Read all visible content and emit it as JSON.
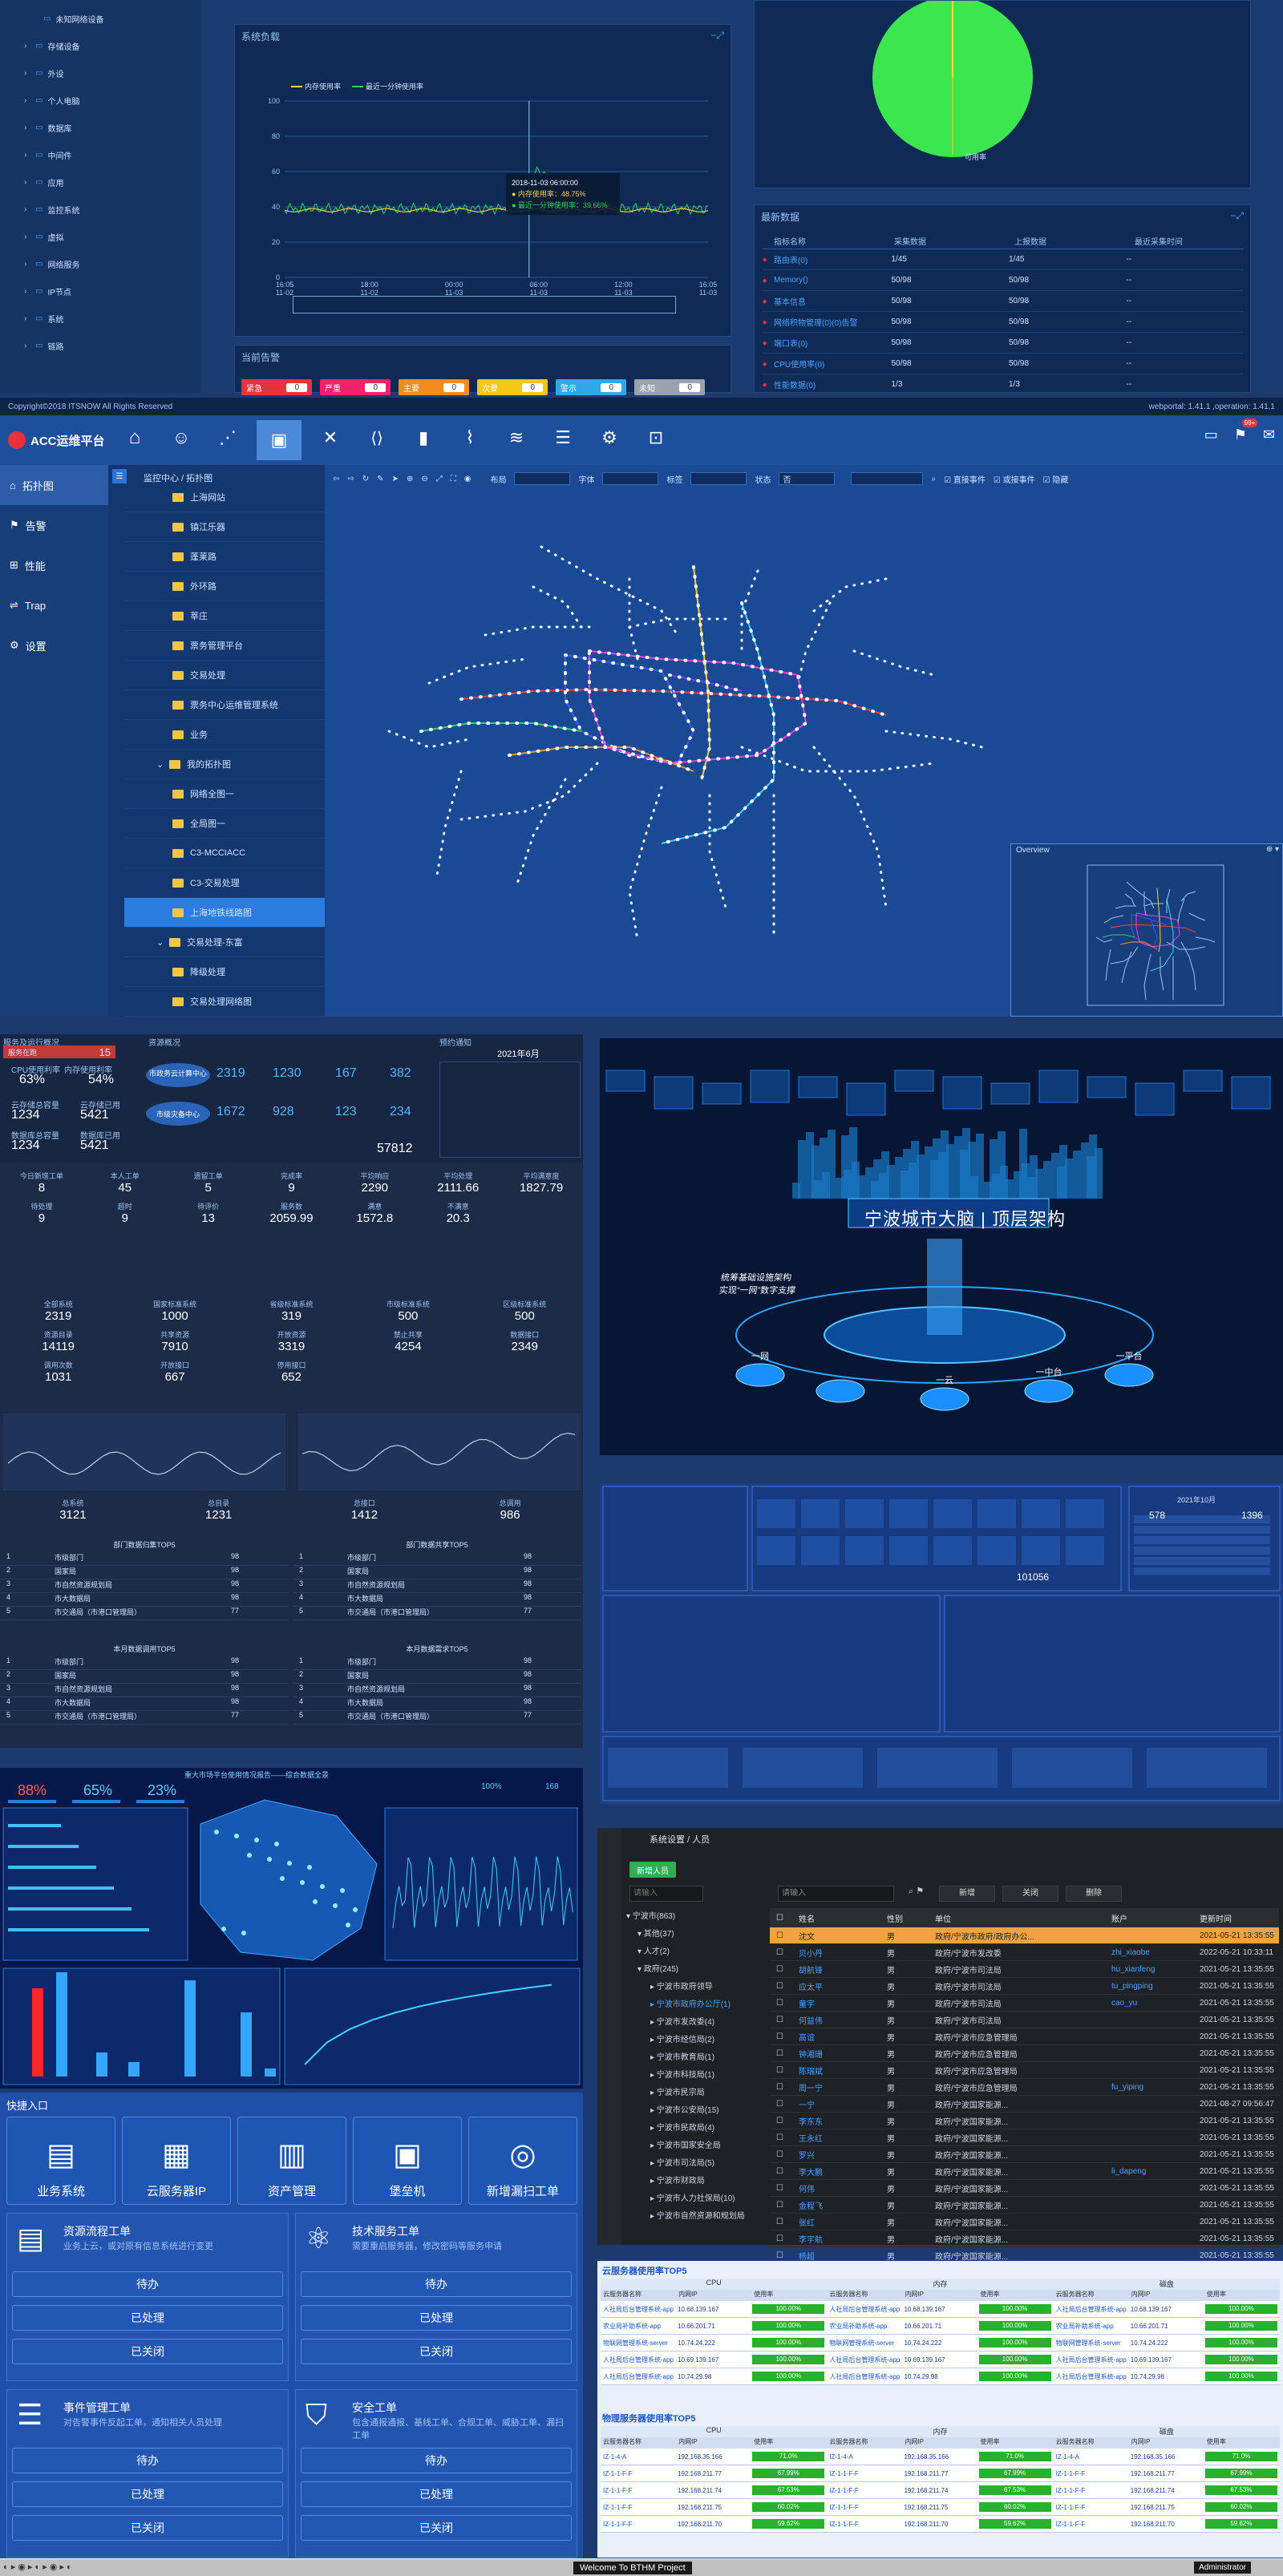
{
  "top_monitor": {
    "tree": [
      "未知网络设备",
      "存储设备",
      "外设",
      "个人电脑",
      "数据库",
      "中间件",
      "应用",
      "监控系统",
      "虚拟",
      "网络服务",
      "IP节点",
      "系统",
      "链路"
    ],
    "load_title": "系统负载",
    "legend": [
      "内存使用率",
      "最近一分钟使用率"
    ],
    "y_ticks": [
      "100",
      "80",
      "60",
      "40",
      "20",
      "0"
    ],
    "x_ticks": [
      "16:05\n11-02",
      "18:00\n11-02",
      "00:00\n11-03",
      "06:00\n11-03",
      "12:00\n11-03",
      "16:05\n11-03"
    ],
    "tooltip": {
      "time": "2018-11-03 06:00:00",
      "mem": "内存使用率：48.75%",
      "cpu": "最近一分钟使用率：39.66%"
    },
    "pie_label": "可用率",
    "latest_title": "最新数据",
    "latest_headers": [
      "指标名称",
      "采集数据",
      "上报数据",
      "最近采集时间"
    ],
    "latest_rows": [
      [
        "路由表(0)",
        "1/45",
        "1/45",
        "--"
      ],
      [
        "Memory()",
        "50/98",
        "50/98",
        "--"
      ],
      [
        "基本信息",
        "50/98",
        "50/98",
        "--"
      ],
      [
        "网络积物管理(0)(0)告警",
        "50/98",
        "50/98",
        "--"
      ],
      [
        "端口表(0)",
        "50/98",
        "50/98",
        "--"
      ],
      [
        "CPU使用率(0)",
        "50/98",
        "50/98",
        "--"
      ],
      [
        "性能数据(0)",
        "1/3",
        "1/3",
        "--"
      ]
    ],
    "alarm_title": "当前告警",
    "alarms": [
      {
        "label": "紧急",
        "count": "0",
        "color": "#e8323c"
      },
      {
        "label": "严重",
        "count": "0",
        "color": "#f0226d"
      },
      {
        "label": "主要",
        "count": "0",
        "color": "#f58a1f"
      },
      {
        "label": "次要",
        "count": "0",
        "color": "#f5c518"
      },
      {
        "label": "警示",
        "count": "0",
        "color": "#2fa8e8"
      },
      {
        "label": "未知",
        "count": "0",
        "color": "#9aa3ad"
      }
    ],
    "copyright": "Copyright©2018 ITSNOW All Rights Reserved",
    "version": "webportal: 1.41.1 ,operation: 1.41.1"
  },
  "topo": {
    "brand": "ACC运维平台",
    "badge": "99+",
    "side_nav": [
      "拓扑图",
      "告警",
      "性能",
      "Trap",
      "设置"
    ],
    "breadcrumb": "监控中心 / 拓扑图",
    "tree": [
      "上海网站",
      "镇江乐器",
      "蓬莱路",
      "外环路",
      "莘庄",
      "票务管理平台",
      "交易处理",
      "票务中心运维管理系统",
      "业务",
      "我的拓扑图",
      "网络全图一",
      "全局图一",
      "C3-MCCIACC",
      "C3-交易处理",
      "上海地铁线路图",
      "交易处理-东富",
      "降级处理",
      "交易处理网络图"
    ],
    "selected_tree": "上海地铁线路图",
    "toolbar": {
      "layout": "布局",
      "font": "字体",
      "label": "标签",
      "status": "状态",
      "status_val": "否",
      "ck1": "直接事件",
      "ck2": "或接事件",
      "ck3": "隐藏"
    },
    "overview": "Overview"
  },
  "dash_left": {
    "h1": "服务及运行概况",
    "h2": "资源概况",
    "h3": "预约通知",
    "month": "2021年6月",
    "svc": [
      [
        "服务在跑",
        "15"
      ],
      [
        "CPU使用利率",
        "63%"
      ],
      [
        "内存使用利率",
        "54%"
      ],
      [
        "云存储总容量",
        "1234"
      ],
      [
        "云存储已用",
        "5421"
      ],
      [
        "数据库总容量",
        "1234"
      ],
      [
        "数据库已用",
        "5421"
      ]
    ],
    "res": {
      "cloud": "市政务云计算中心",
      "disaster": "市级灾备中心",
      "v1": "2319",
      "v2": "1230",
      "v3": "167",
      "v4": "382",
      "v5": "1672",
      "v6": "928",
      "v7": "123",
      "v8": "234",
      "total": "57812"
    },
    "stats1": [
      [
        "今日新增工单",
        "8"
      ],
      [
        "本人工单",
        "45"
      ],
      [
        "遗留工单",
        "5"
      ],
      [
        "完成率",
        "9"
      ],
      [
        "平均响应",
        "2290"
      ],
      [
        "平均处理",
        "2111.66"
      ],
      [
        "平均满意度",
        "1827.79"
      ],
      [
        "待处理",
        "9"
      ],
      [
        "超时",
        "9"
      ],
      [
        "待评价",
        "13"
      ],
      [
        "服务数",
        "2059.99"
      ],
      [
        "满意",
        "1572.8"
      ],
      [
        "不满意",
        "20.3"
      ]
    ],
    "stats2": [
      [
        "全部系统",
        "2319"
      ],
      [
        "国家标准系统",
        "1000"
      ],
      [
        "省级标准系统",
        "319"
      ],
      [
        "市级标准系统",
        "500"
      ],
      [
        "区级标准系统",
        "500"
      ],
      [
        "资源目录",
        "14119"
      ],
      [
        "共享资源",
        "7910"
      ],
      [
        "开放资源",
        "3319"
      ],
      [
        "禁止共享",
        "4254"
      ],
      [
        "数据接口",
        "2349"
      ],
      [
        "调用次数",
        "1031"
      ],
      [
        "开放接口",
        "667"
      ],
      [
        "停用接口",
        "652"
      ],
      [
        "总系统",
        "3121"
      ],
      [
        "总目录",
        "1231"
      ],
      [
        "总接口",
        "1412"
      ],
      [
        "总调用",
        "986"
      ]
    ],
    "rank_title1": "部门数据归集TOP5",
    "rank_title2": "部门数据共享TOP5",
    "rank_title3": "本月数据调用TOP5",
    "rank_title4": "本月数据需求TOP5",
    "rank_rows": [
      [
        "1",
        "市级部门",
        "98"
      ],
      [
        "2",
        "国家局",
        "98"
      ],
      [
        "3",
        "市自然资源规划局",
        "98"
      ],
      [
        "4",
        "市大数据局",
        "98"
      ],
      [
        "5",
        "市交通局（市港口管理局）",
        "77"
      ]
    ]
  },
  "city3d": {
    "title": "宁波城市大脑 | 顶层架构",
    "subtitle": "统筹基础设施架构\n实现“一网”数字支撑",
    "labels": [
      "一网",
      "一云",
      "一中台",
      "一平台"
    ]
  },
  "dash_right": {
    "value1": "578",
    "value2": "1396",
    "total": "101056",
    "month": "2021年10月"
  },
  "map_dash": {
    "title": "重大市场平台使用情况报告——综合数据全景",
    "p1": "88%",
    "p2": "65%",
    "p3": "23%",
    "p4": "100%",
    "p5": "168"
  },
  "quick": {
    "title": "快捷入口",
    "buttons": [
      "业务系统",
      "云服务器IP",
      "资产管理",
      "堡垒机",
      "新增漏扫工单"
    ],
    "cards": [
      {
        "title": "资源流程工单",
        "desc": "业务上云，或对原有信息系统进行变更"
      },
      {
        "title": "技术服务工单",
        "desc": "需要重启服务器，修改密码等服务申请"
      },
      {
        "title": "事件管理工单",
        "desc": "对告警事件反起工单，通知相关人员处理"
      },
      {
        "title": "安全工单",
        "desc": "包含通报通报、基线工单、合规工单、威胁工单、漏扫工单"
      }
    ],
    "states": [
      "待办",
      "已处理",
      "已关闭"
    ]
  },
  "users": {
    "breadcrumb": "系统设置 / 人员",
    "add": "新增人员",
    "search_ph": "请输入",
    "search_ph2": "请输入",
    "btn_new": "新增",
    "btn_close": "关闭",
    "btn_delete": "删除",
    "tree": [
      "宁波市(863)",
      "其他(37)",
      "人才(2)",
      "政府(245)",
      "宁波市政府领导",
      "宁波市政府办公厅(1)",
      "宁波市发改委(4)",
      "宁波市经信局(2)",
      "宁波市教育局(1)",
      "宁波市科技局(1)",
      "宁波市民宗局",
      "宁波市公安局(15)",
      "宁波市民政局(4)",
      "宁波市国家安全局",
      "宁波市司法局(5)",
      "宁波市财政局",
      "宁波市人力社保局(10)",
      "宁波市自然资源和规划局"
    ],
    "headers": [
      "姓名",
      "性别",
      "单位",
      "账户",
      "更新时间"
    ],
    "rows": [
      [
        "沈文",
        "男",
        "政府/宁波市政府/政府办公...",
        "",
        "2021-05-21 13:35:55"
      ],
      [
        "贝小丹",
        "男",
        "政府/宁波市发改委",
        "zhi_xiaobe",
        "2022-05-21 10:33:11"
      ],
      [
        "胡航锋",
        "男",
        "政府/宁波市司法局",
        "hu_xianfeng",
        "2021-05-21 13:35:55"
      ],
      [
        "应太平",
        "男",
        "政府/宁波市司法局",
        "tu_pingping",
        "2021-05-21 13:35:55"
      ],
      [
        "童宇",
        "男",
        "政府/宁波市司法局",
        "cao_yu",
        "2021-05-21 13:35:55"
      ],
      [
        "何益伟",
        "男",
        "政府/宁波市司法局",
        "",
        "2021-05-21 13:35:55"
      ],
      [
        "高谊",
        "男",
        "政府/宁波市应急管理局",
        "",
        "2021-05-21 13:35:55"
      ],
      [
        "钟湘珊",
        "男",
        "政府/宁波市应急管理局",
        "",
        "2021-05-21 13:35:55"
      ],
      [
        "陈瑞斌",
        "男",
        "政府/宁波市应急管理局",
        "",
        "2021-05-21 13:35:55"
      ],
      [
        "周一宁",
        "男",
        "政府/宁波市应急管理局",
        "fu_yiping",
        "2021-05-21 13:35:55"
      ],
      [
        "一宁",
        "男",
        "政府/宁波国家能源...",
        "",
        "2021-08-27 09:56:47"
      ],
      [
        "李东东",
        "男",
        "政府/宁波国家能源...",
        "",
        "2021-05-21 13:35:55"
      ],
      [
        "王永红",
        "男",
        "政府/宁波国家能源...",
        "",
        "2021-05-21 13:35:55"
      ],
      [
        "罗兴",
        "男",
        "政府/宁波国家能源...",
        "",
        "2021-05-21 13:35:55"
      ],
      [
        "李大鹏",
        "男",
        "政府/宁波国家能源...",
        "li_dapeng",
        "2021-05-21 13:35:55"
      ],
      [
        "何伟",
        "男",
        "政府/宁波国家能源...",
        "",
        "2021-05-21 13:35:55"
      ],
      [
        "金程飞",
        "男",
        "政府/宁波国家能源...",
        "",
        "2021-05-21 13:35:55"
      ],
      [
        "张红",
        "男",
        "政府/宁波国家能源...",
        "",
        "2021-05-21 13:35:55"
      ],
      [
        "李宇航",
        "男",
        "政府/宁波国家能源...",
        "",
        "2021-05-21 13:35:55"
      ],
      [
        "杨超",
        "男",
        "政府/宁波国家能源...",
        "",
        "2021-05-21 13:35:55"
      ]
    ]
  },
  "servers": {
    "cloud_title": "云服务器使用率TOP5",
    "phys_title": "物理服务器使用率TOP5",
    "groups": [
      "CPU",
      "内存",
      "磁盘"
    ],
    "sub": [
      "云服务器名称",
      "内网IP",
      "使用率"
    ],
    "cloud_rows": [
      [
        "人社局后台管理系统-app",
        "10.68.139.167",
        "100.00%"
      ],
      [
        "农业局补助系统-app",
        "10.66.201.71",
        "100.00%"
      ],
      [
        "物联网管理系统-server",
        "10.74.24.222",
        "100.00%"
      ],
      [
        "人社局后台管理系统-app",
        "10.69.139.167",
        "100.00%"
      ],
      [
        "人社局后台管理系统-app",
        "10.74.29.98",
        "100.00%"
      ]
    ],
    "phys_rows": [
      [
        "IZ-1-4-A",
        "192.168.35.166",
        "71.0%"
      ],
      [
        "IZ-1-1-F-F",
        "192.168.211.77",
        "67.99%"
      ],
      [
        "IZ-1-1-F-F",
        "192.168.211.74",
        "67.53%"
      ],
      [
        "IZ-1-1-F-F",
        "192.168.211.75",
        "60.02%"
      ],
      [
        "IZ-1-1-F-F",
        "192.168.211.70",
        "59.62%"
      ]
    ]
  },
  "taskbar": {
    "center": "Welcome To BTHM Project",
    "user": "Administrator"
  }
}
